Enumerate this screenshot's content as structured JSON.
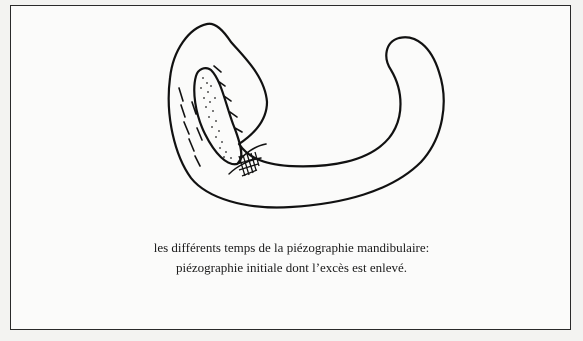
{
  "figure": {
    "caption_line_1": "les différents temps de la piézographie mandibulaire:",
    "caption_line_2": "piézographie initiale dont l’excès est enlevé."
  },
  "illustration": {
    "subject": "mandibular-arch-piezography-outline",
    "ink_color": "#111111",
    "paper_color": "#fbfbfa"
  }
}
